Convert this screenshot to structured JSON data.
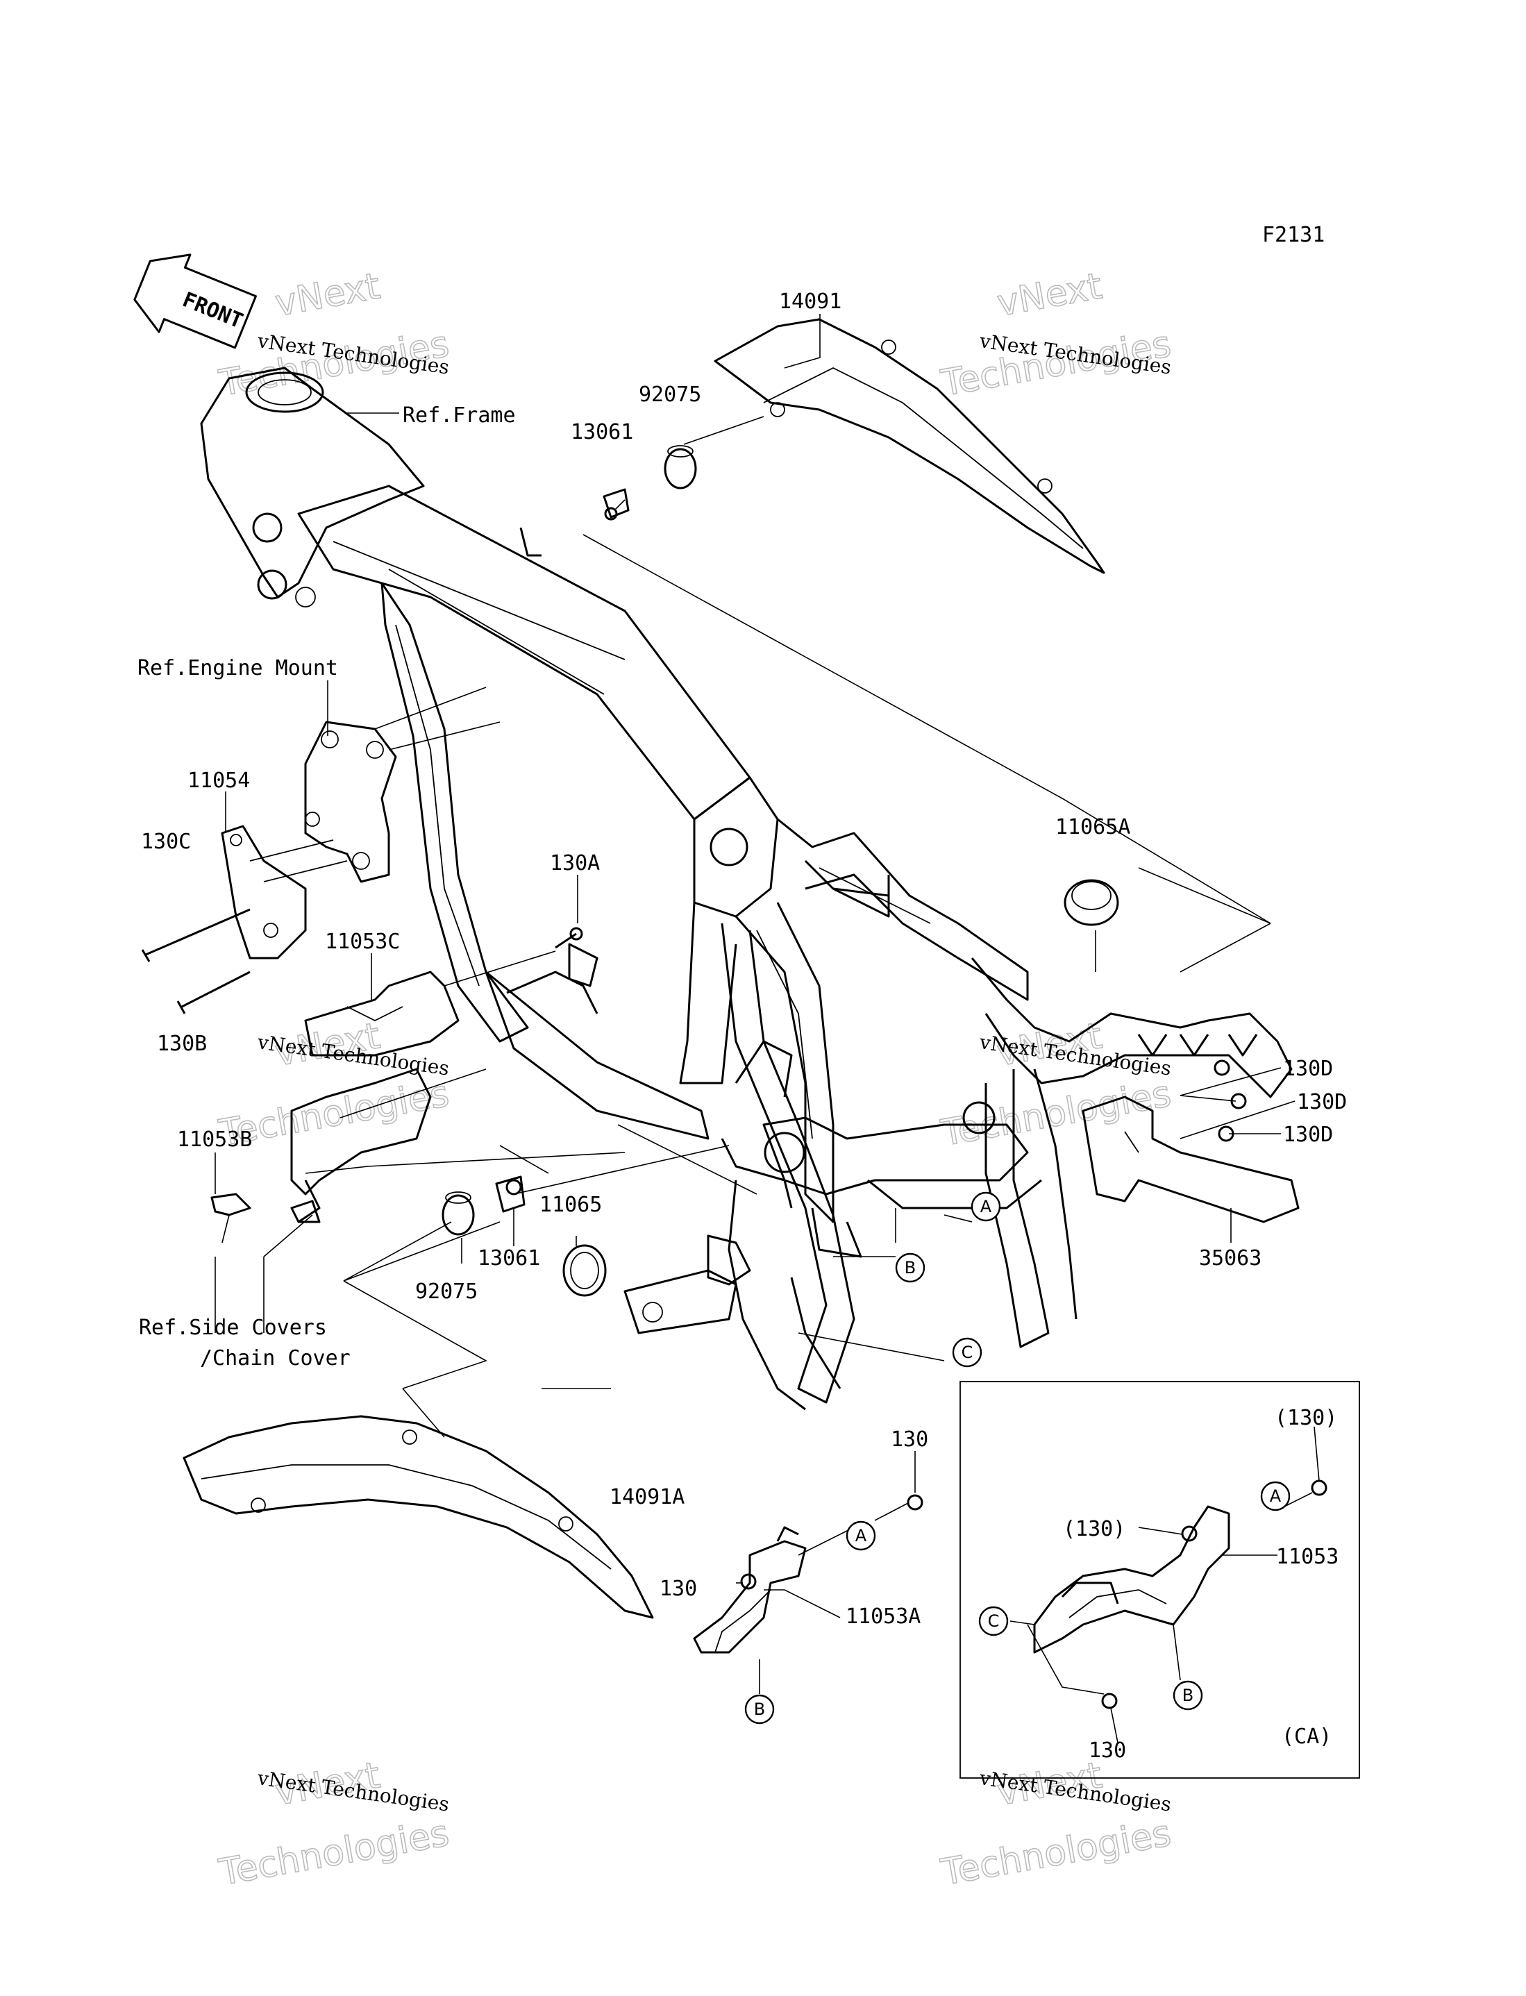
{
  "figure_code": "F2131",
  "front_arrow": "FRONT",
  "watermark": {
    "line1": "vNext Technologies",
    "line2": "vNext",
    "line3": "Technologies"
  },
  "labels": {
    "p14091": "14091",
    "p92075_top": "92075",
    "p13061_top": "13061",
    "ref_frame": "Ref.Frame",
    "ref_engine_mount": "Ref.Engine Mount",
    "p11054": "11054",
    "p130C": "130C",
    "p130B": "130B",
    "p130A": "130A",
    "p11053C": "11053C",
    "p11053B": "11053B",
    "p11065A": "11065A",
    "p130D_1": "130D",
    "p130D_2": "130D",
    "p130D_3": "130D",
    "p35063": "35063",
    "p11065": "11065",
    "p13061_bot": "13061",
    "p92075_bot": "92075",
    "ref_side_covers": "Ref.Side Covers",
    "chain_cover": "/Chain Cover",
    "p14091A": "14091A",
    "p130_a": "130",
    "p130_b": "130",
    "p11053A": "11053A",
    "p130_paren_1": "(130)",
    "p130_paren_2": "(130)",
    "p11053": "11053",
    "p130_c": "130",
    "ca": "(CA)"
  },
  "callouts": {
    "a": "A",
    "b": "B",
    "c": "C"
  }
}
